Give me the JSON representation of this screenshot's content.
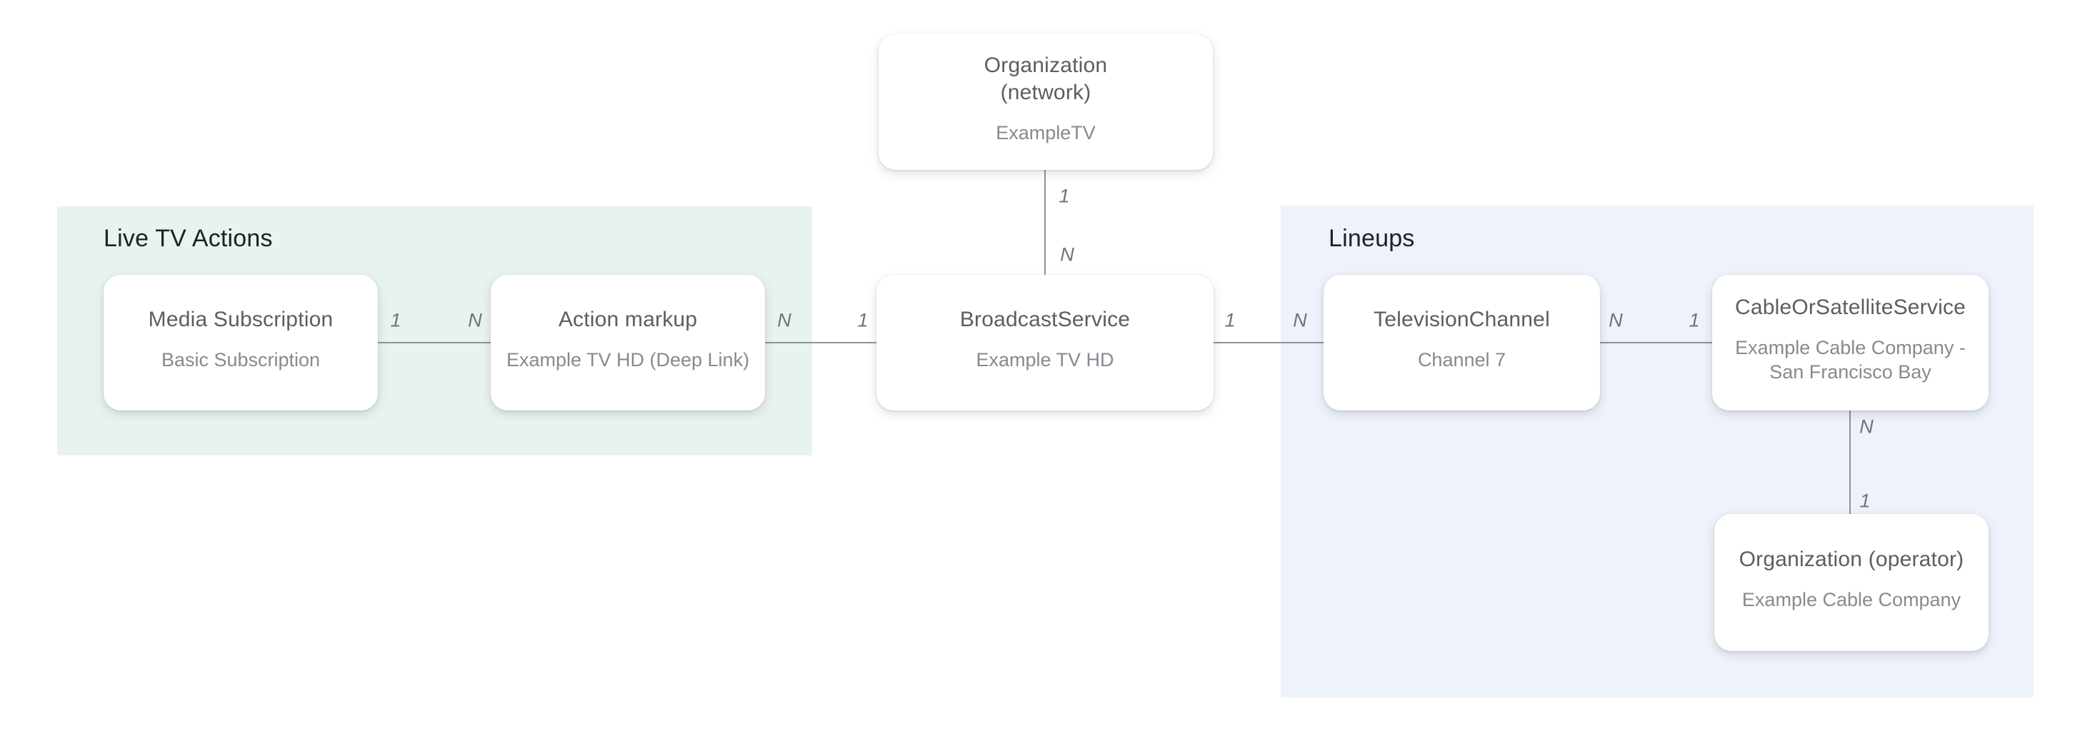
{
  "diagram": {
    "regions": [
      {
        "id": "live-tv-actions",
        "title": "Live TV Actions"
      },
      {
        "id": "lineups",
        "title": "Lineups"
      }
    ],
    "nodes": [
      {
        "id": "organization-network",
        "title_lines": [
          "Organization",
          "(network)"
        ],
        "subtitle_lines": [
          "ExampleTV"
        ]
      },
      {
        "id": "media-subscription",
        "title_lines": [
          "Media Subscription"
        ],
        "subtitle_lines": [
          "Basic Subscription"
        ]
      },
      {
        "id": "action-markup",
        "title_lines": [
          "Action markup"
        ],
        "subtitle_lines": [
          "Example TV HD (Deep Link)"
        ]
      },
      {
        "id": "broadcast-service",
        "title_lines": [
          "BroadcastService"
        ],
        "subtitle_lines": [
          "Example TV HD"
        ]
      },
      {
        "id": "television-channel",
        "title_lines": [
          "TelevisionChannel"
        ],
        "subtitle_lines": [
          "Channel 7"
        ]
      },
      {
        "id": "cable-or-satellite-service",
        "title_lines": [
          "CableOrSatelliteService"
        ],
        "subtitle_lines": [
          "Example Cable Company -",
          "San Francisco Bay"
        ]
      },
      {
        "id": "organization-operator",
        "title_lines": [
          "Organization (operator)"
        ],
        "subtitle_lines": [
          "Example Cable Company"
        ]
      }
    ],
    "edges": [
      {
        "id": "network-to-broadcastservice",
        "from_label": "1",
        "to_label": "N"
      },
      {
        "id": "mediasubscription-to-actionmarkup",
        "from_label": "1",
        "to_label": "N"
      },
      {
        "id": "actionmarkup-to-broadcastservice",
        "from_label": "N",
        "to_label": "1"
      },
      {
        "id": "broadcastservice-to-televisionchannel",
        "from_label": "1",
        "to_label": "N"
      },
      {
        "id": "televisionchannel-to-cableservice",
        "from_label": "N",
        "to_label": "1"
      },
      {
        "id": "cableservice-to-operator",
        "from_label": "N",
        "to_label": "1"
      }
    ],
    "colors": {
      "live_tv_actions_bg": "#e8f3ed",
      "lineups_bg": "#edf2fb",
      "node_bg": "#ffffff",
      "section_title_text": "#202124",
      "node_title_text": "#5a5e63",
      "node_subtitle_text": "#858b90",
      "connector_line": "#8f9499",
      "cardinality_text": "#6e747a"
    }
  }
}
